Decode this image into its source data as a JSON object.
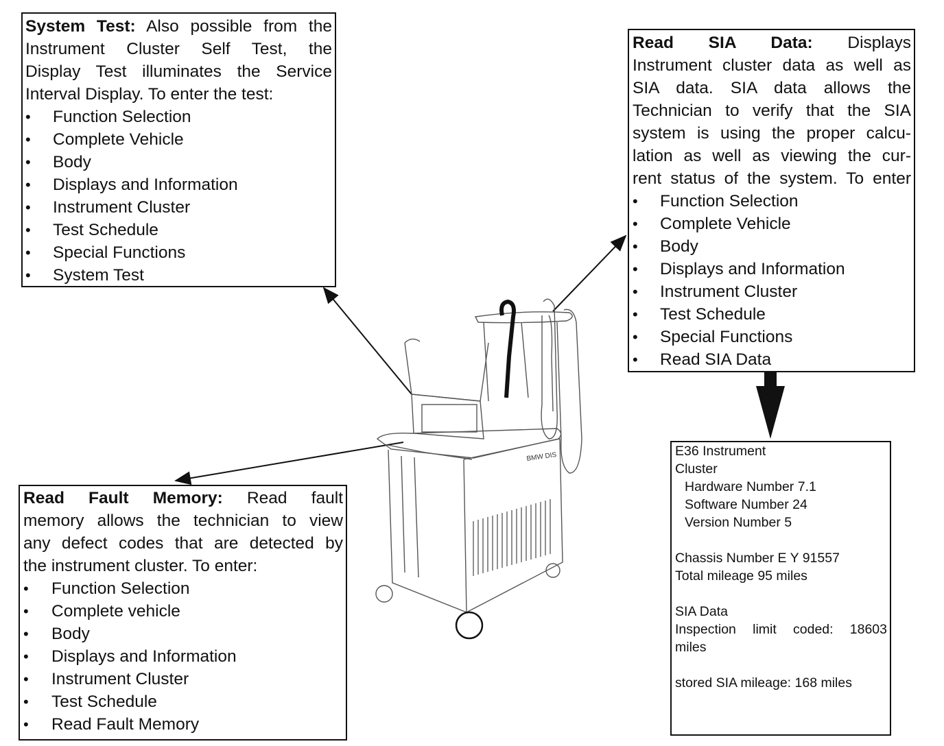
{
  "system_test": {
    "lead": "System Test:",
    "line1": "Also possible from the",
    "line2": "Instrument Cluster Self Test, the",
    "line3": "Display Test illuminates the Service",
    "line4": "Interval Display.  To enter the test:",
    "steps": [
      "Function Selection",
      "Complete Vehicle",
      "Body",
      "Displays and Information",
      "Instrument Cluster",
      "Test Schedule",
      "Special Functions",
      "System Test"
    ]
  },
  "read_sia": {
    "lead": "Read SIA Data:",
    "line1": "Displays",
    "line2": "Instrument cluster data as well as",
    "line3": "SIA data. SIA data allows the",
    "line4": "Technician to verify that the SIA",
    "line5": "system is using the proper calcu-",
    "line6": "lation as well as viewing the cur-",
    "line7": "rent status of the system.  To enter",
    "steps": [
      "Function Selection",
      "Complete Vehicle",
      "Body",
      "Displays and Information",
      "Instrument Cluster",
      "Test Schedule",
      "Special Functions",
      "Read SIA Data"
    ]
  },
  "read_fault": {
    "lead": "Read Fault Memory:",
    "line1": "Read fault",
    "line2": "memory allows the technician to view",
    "line3": "any defect codes that are detected by",
    "line4": "the instrument cluster.  To enter:",
    "steps": [
      "Function Selection",
      "Complete vehicle",
      "Body",
      "Displays and Information",
      "Instrument Cluster",
      "Test Schedule",
      "Read Fault Memory"
    ]
  },
  "readout": {
    "title1": "E36 Instrument",
    "title2": "Cluster",
    "hardware": "Hardware Number   7.1",
    "software": "Software Number   24",
    "version": "Version Number  5",
    "chassis": "Chassis Number  E Y 91557",
    "mileage": "Total mileage   95 miles",
    "sia_header": "SIA Data",
    "inspection1": "Inspection limit coded: 18603",
    "inspection2": "miles",
    "stored": "stored SIA mileage: 168 miles"
  },
  "tester_label": "BMW DIS",
  "colors": {
    "ink": "#111111",
    "paper": "#ffffff",
    "sketch": "#555555"
  }
}
